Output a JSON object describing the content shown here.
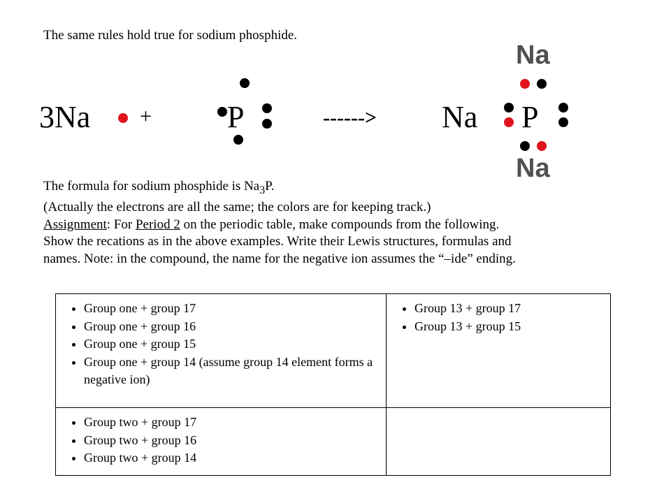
{
  "intro": "The same rules hold true for sodium phosphide.",
  "reaction": {
    "reactant_na": "3Na",
    "plus": "+",
    "reactant_p": "P",
    "arrow": "------>",
    "product_na_left": "Na",
    "product_p": "P",
    "product_na_top": "Na",
    "product_na_bottom": "Na",
    "colors": {
      "electron": "#000000",
      "sodium_electron": "#e0141c",
      "na_label": "#505050"
    }
  },
  "formula_line": {
    "text_before": "The formula for sodium phosphide is Na",
    "subscript": "3",
    "text_after": "P."
  },
  "note": "(Actually the electrons are all the same; the colors are for keeping track.)",
  "assignment": {
    "label": "Assignment",
    "text_1": ": For ",
    "period": "Period 2",
    "text_2": " on the periodic table, make compounds from the following.",
    "line_2": "Show the recations as in the above examples. Write their Lewis structures, formulas and",
    "line_3": "names. Note: in the compound, the name for the negative ion assumes the “–ide” ending."
  },
  "table": {
    "cell_group1": [
      "Group one + group 17",
      "Group one + group 16",
      "Group one + group 15",
      "Group one + group 14 (assume group 14 element forms a negative ion)"
    ],
    "cell_group13": [
      "Group 13 + group 17",
      "Group 13 + group 15"
    ],
    "cell_group2": [
      "Group two + group 17",
      "Group two + group 16",
      "Group two + group 14"
    ]
  }
}
